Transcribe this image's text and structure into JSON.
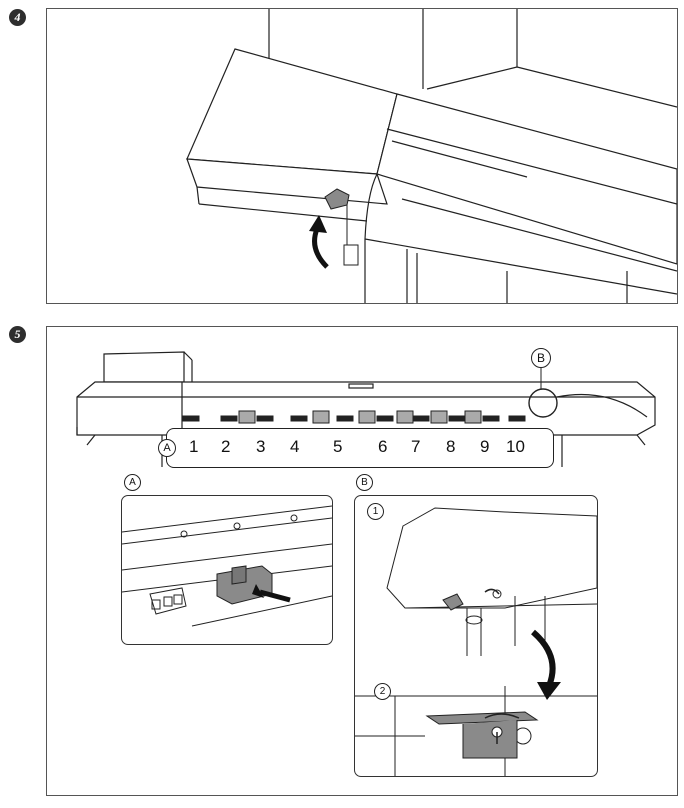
{
  "steps": {
    "step4_badge": "4",
    "step5_badge": "5"
  },
  "labels": {
    "a": "A",
    "b": "B",
    "sub1": "1",
    "sub2": "2"
  },
  "slot_numbers": [
    "1",
    "2",
    "3",
    "4",
    "5",
    "6",
    "7",
    "8",
    "9",
    "10"
  ],
  "colors": {
    "line": "#222222",
    "part_fill": "#8a8a8a",
    "badge": "#2e2e2e"
  }
}
